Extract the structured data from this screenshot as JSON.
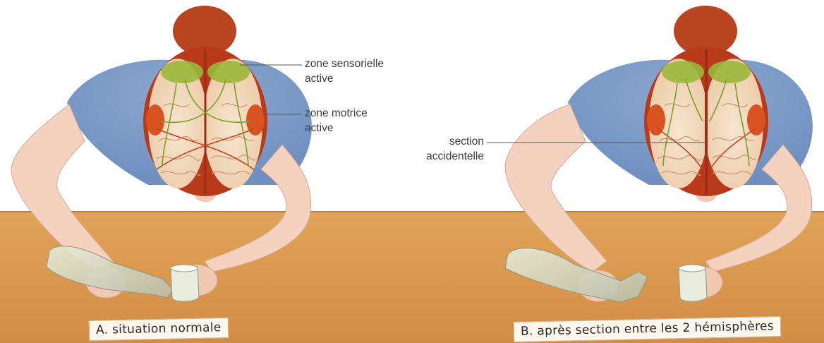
{
  "panel_a": {
    "caption": "A. situation normale",
    "label_sensory_1": "zone sensorielle",
    "label_sensory_2": "active",
    "label_motor_1": "zone motrice",
    "label_motor_2": "active"
  },
  "panel_b": {
    "caption": "B. après section entre les 2 hémisphères",
    "label_section_1": "section",
    "label_section_2": "accidentelle"
  },
  "colors": {
    "table": "#d9964c",
    "shirt": "#7f9dc9",
    "skin": "#f4d2bf",
    "brain": "#f3dcc0",
    "skull": "#b83a1b",
    "sensory_zone": "#9ab83a",
    "motor_zone": "#d8531f"
  }
}
